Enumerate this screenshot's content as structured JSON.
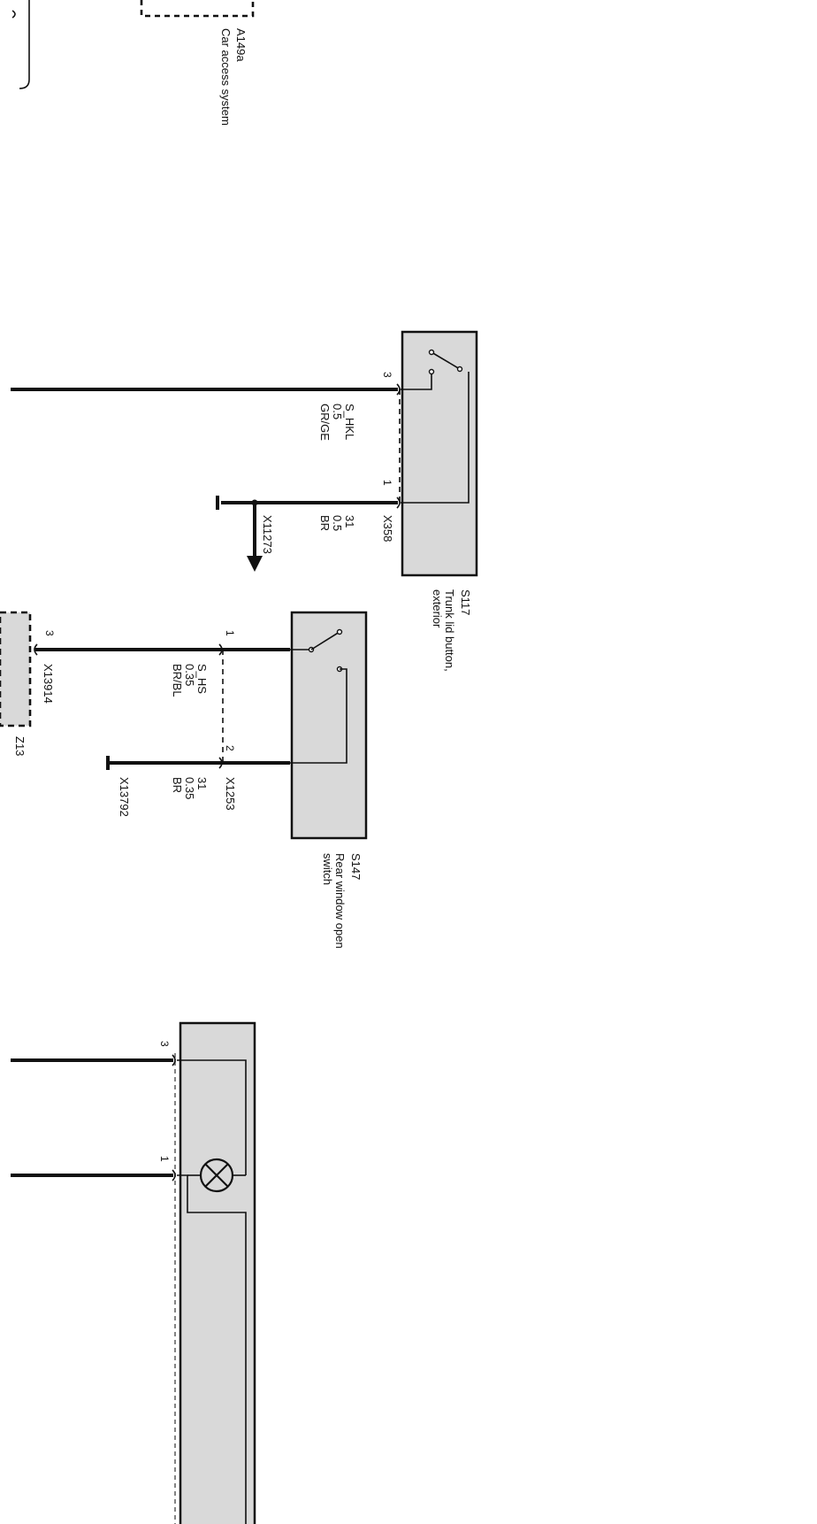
{
  "components": {
    "a149a": {
      "id": "A149a",
      "name": "Car access system"
    },
    "s117": {
      "id": "S117",
      "name_line1": "Trunk lid button,",
      "name_line2": "exterior",
      "connector": "X358"
    },
    "s147": {
      "id": "S147",
      "name_line1": "Rear window open",
      "name_line2": "switch",
      "connector": "X1253"
    },
    "z13": {
      "id": "Z13",
      "connector": "X13914"
    }
  },
  "pins": {
    "s117_pin3": "3",
    "s117_pin1": "1",
    "s147_pin1": "1",
    "s147_pin2": "2",
    "z13_pin3": "3",
    "lamp_pin3": "3",
    "lamp_pin1": "1"
  },
  "wires": {
    "s_hkl": {
      "signal": "S_HKL",
      "gauge": "0.5",
      "color": "GR/GE"
    },
    "s117_ground": {
      "signal": "31",
      "gauge": "0.5",
      "color": "BR",
      "ground_point": "X11273"
    },
    "s_hs": {
      "signal": "S_HS",
      "gauge": "0.35",
      "color": "BR/BL"
    },
    "s147_ground": {
      "signal": "31",
      "gauge": "0.35",
      "color": "BR",
      "ground_point": "X13792"
    }
  }
}
